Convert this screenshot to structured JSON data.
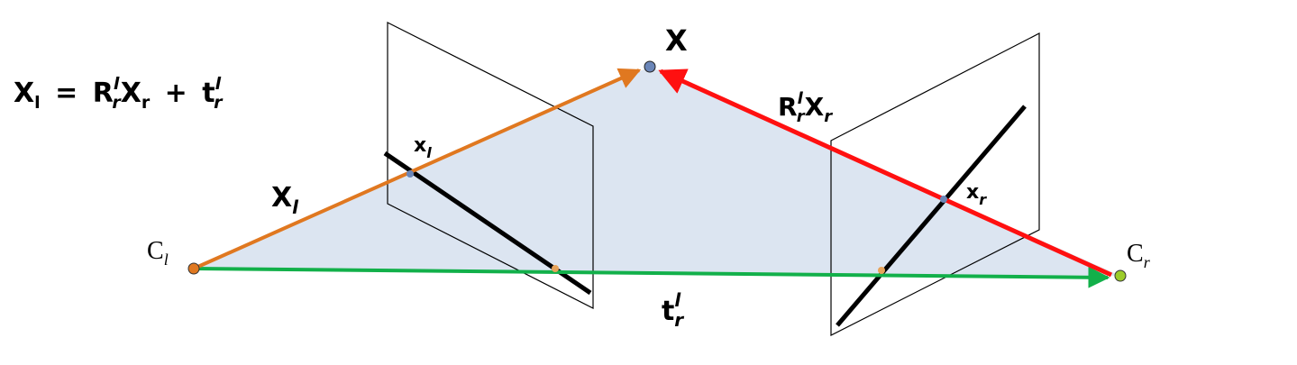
{
  "equation": {
    "lhs": "X",
    "lhs_sub": "l",
    "equals": "=",
    "r": "R",
    "r_sub": "r",
    "r_sup": "l",
    "x": "X",
    "x_sub": "r",
    "plus": "+",
    "t": "t",
    "t_sub": "r",
    "t_sup": "l"
  },
  "labels": {
    "world_point": "X",
    "left_center": "C",
    "left_center_sub": "l",
    "right_center": "C",
    "right_center_sub": "r",
    "left_image_point": "x",
    "left_image_point_sub": "l",
    "right_image_point": "x",
    "right_image_point_sub": "r",
    "left_vector": "X",
    "left_vector_sub": "l",
    "rotated_vector_r": "R",
    "rotated_vector_r_sub": "r",
    "rotated_vector_r_sup": "l",
    "rotated_vector_x": "X",
    "rotated_vector_x_sub": "r",
    "translation": "t",
    "translation_sub": "r",
    "translation_sup": "l"
  },
  "colors": {
    "epipolar_plane_fill": "#dce5f1",
    "left_vector": "#e07820",
    "right_vector": "#ff1010",
    "baseline": "#12b04a",
    "epipolar_line": "#000000",
    "left_center_dot": "#e07820",
    "right_center_dot": "#9ccc2a",
    "world_point_dot": "#6b86b8",
    "epipole_dot": "#e7a35a"
  }
}
